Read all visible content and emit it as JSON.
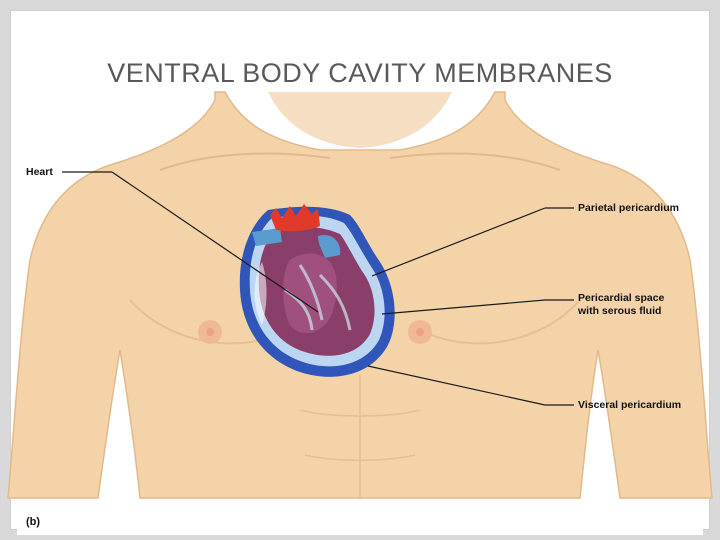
{
  "slide": {
    "title": "VENTRAL BODY CAVITY MEMBRANES"
  },
  "figure": {
    "panel_label": "(b)",
    "labels": {
      "heart": "Heart",
      "parietal": "Parietal pericardium",
      "space_line1": "Pericardial space",
      "space_line2": "with serous fluid",
      "visceral": "Visceral pericardium"
    },
    "colors": {
      "skin": "#f4d3a8",
      "skin_shadow": "#e2b98a",
      "parietal_layer": "#2f56b8",
      "serous_space": "#bcd6f2",
      "heart_muscle": "#8a3f6a",
      "great_vessels_red": "#e03a2a",
      "great_vessels_blue": "#5a9bd0",
      "nipple": "#e9a483",
      "leader_line": "#1a1a1a",
      "title_text": "#595959"
    }
  }
}
